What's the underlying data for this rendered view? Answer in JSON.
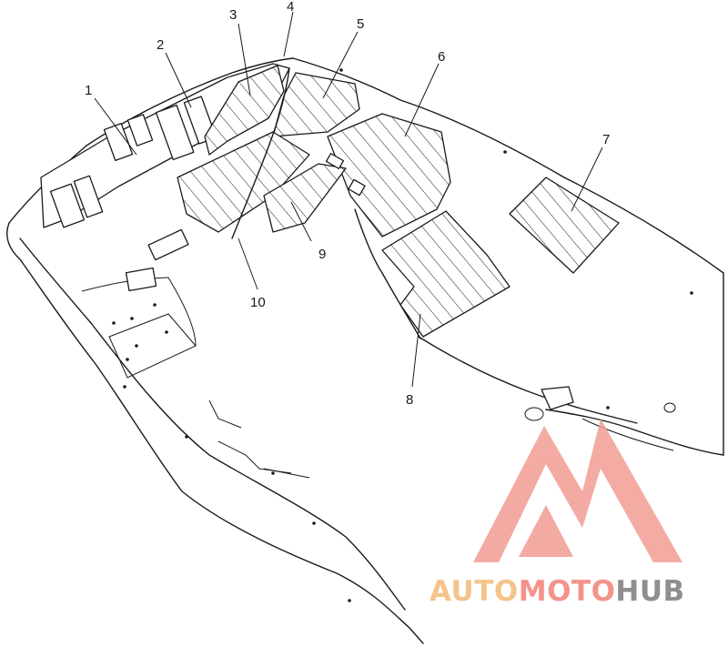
{
  "callouts": [
    {
      "id": "1",
      "label": "1"
    },
    {
      "id": "2",
      "label": "2"
    },
    {
      "id": "3",
      "label": "3"
    },
    {
      "id": "4",
      "label": "4"
    },
    {
      "id": "5",
      "label": "5"
    },
    {
      "id": "6",
      "label": "6"
    },
    {
      "id": "7",
      "label": "7"
    },
    {
      "id": "8",
      "label": "8"
    },
    {
      "id": "9",
      "label": "9"
    },
    {
      "id": "10",
      "label": "10"
    }
  ],
  "watermark": {
    "part1": "AUTO",
    "part2": "MOTO",
    "part3": "HUB",
    "colors": {
      "auto": "#f5c48a",
      "moto": "#f4938a",
      "hub": "#8f8f8f",
      "logo": "#f19c93"
    }
  }
}
